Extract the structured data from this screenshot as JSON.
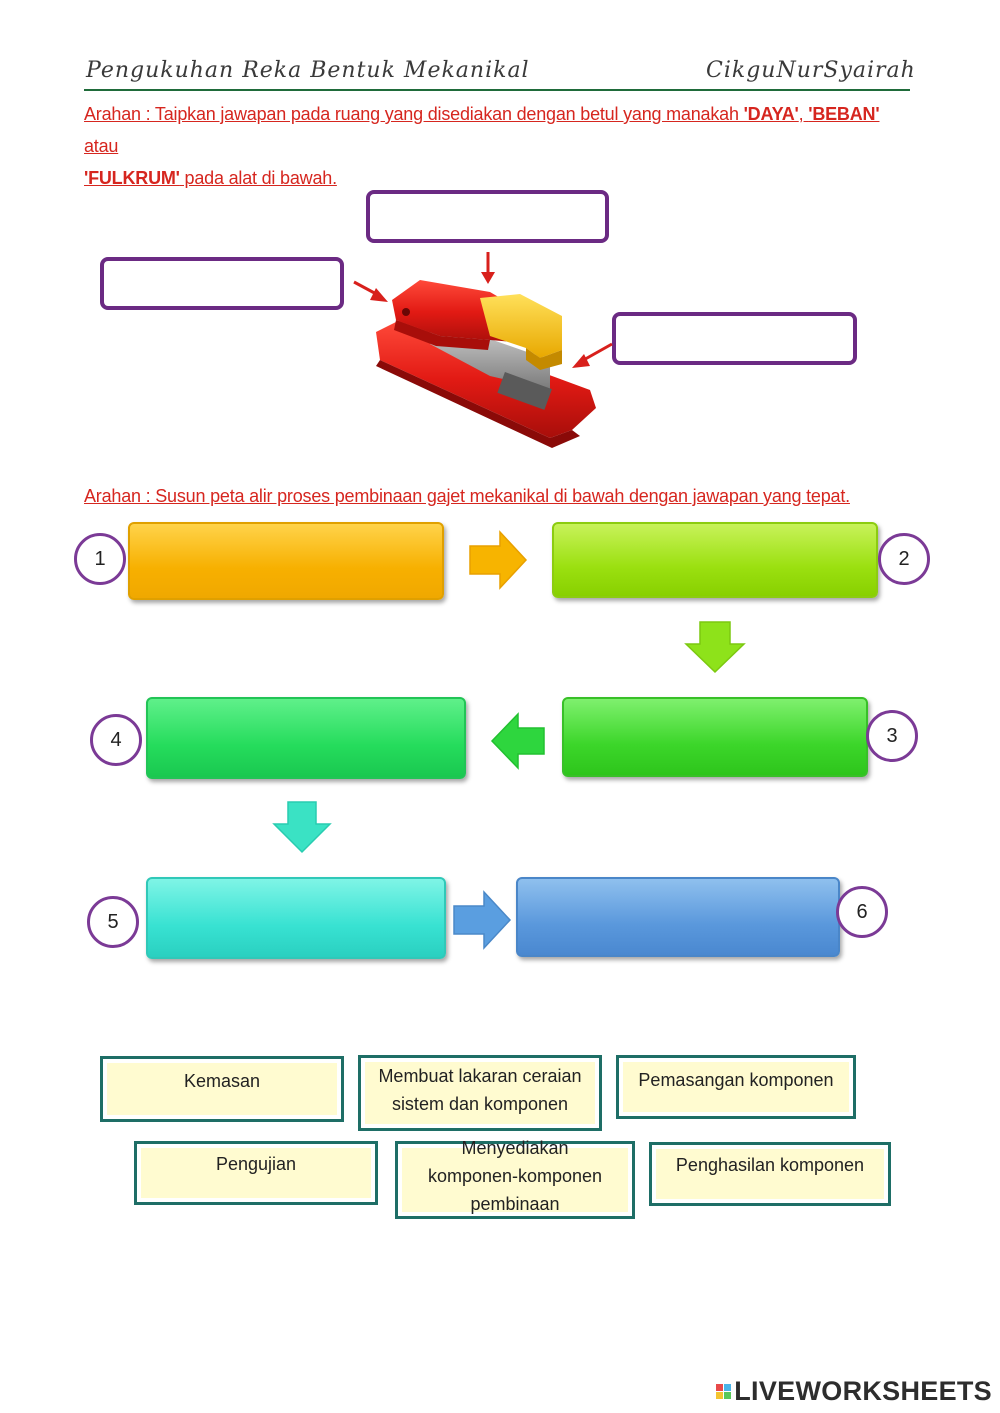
{
  "header": {
    "title": "Pengukuhan Reka Bentuk Mekanikal",
    "author": "CikguNurSyairah"
  },
  "section1": {
    "instruction_prefix": "Arahan : Taipkan jawapan pada ruang yang disediakan dengan betul yang manakah ",
    "term_daya": "'DAYA'",
    "sep1": ", ",
    "term_beban": "'BEBAN'",
    "sep2": " atau ",
    "term_fulkrum": "'FULKRUM'",
    "instruction_suffix": " pada alat di bawah."
  },
  "section2": {
    "instruction": "Arahan : Susun peta alir proses pembinaan gajet mekanikal di bawah dengan jawapan yang tepat."
  },
  "flow_numbers": [
    "1",
    "2",
    "3",
    "4",
    "5",
    "6"
  ],
  "options": [
    "Kemasan",
    "Membuat lakaran ceraian sistem dan komponen",
    "Pemasangan komponen",
    "Pengujian",
    "Menyediakan komponen-komponen pembinaan",
    "Penghasilan komponen"
  ],
  "logo": {
    "text": "LIVEWORKSHEETS"
  },
  "colors": {
    "instruction_red": "#d6261f",
    "answer_border_purple": "#6b2a83",
    "option_border_teal": "#1e6e66",
    "option_fill": "#fffbd0"
  }
}
